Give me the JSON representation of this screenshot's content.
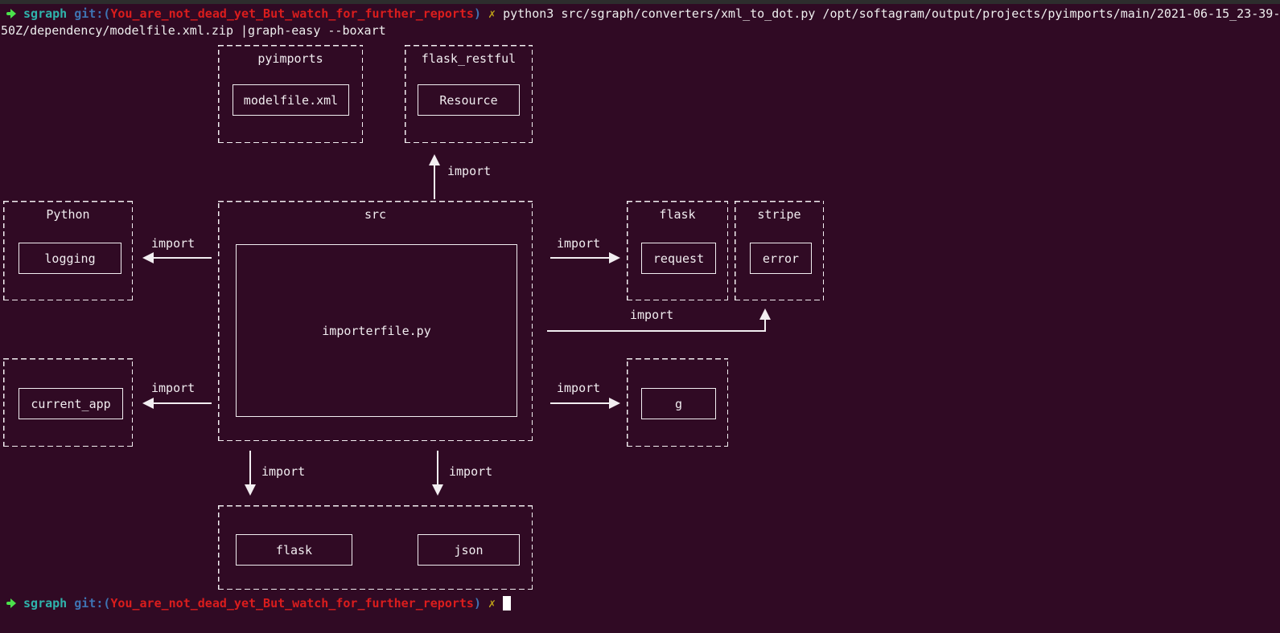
{
  "terminal": {
    "prompt": {
      "arrow": "➜",
      "cwd": "sgraph",
      "git_prefix": "git:(",
      "branch": "You_are_not_dead_yet_But_watch_for_further_reports",
      "git_suffix": ")",
      "status_flag": "✗"
    },
    "command_line_1": "python3 src/sgraph/converters/xml_to_dot.py /opt/softagram/output/projects/pyimports/main/2021-06-15_23-39-",
    "command_line_2": "50Z/dependency/modelfile.xml.zip |graph-easy --boxart"
  },
  "diagram": {
    "edge_label": "import",
    "groups": {
      "pyimports": {
        "title": "pyimports",
        "child": "modelfile.xml"
      },
      "flask_restful": {
        "title": "flask_restful",
        "child": "Resource"
      },
      "python": {
        "title": "Python",
        "child": "logging"
      },
      "src": {
        "title": "src",
        "child": "importerfile.py"
      },
      "flask": {
        "title": "flask",
        "child": "request"
      },
      "stripe": {
        "title": "stripe",
        "child": "error"
      },
      "current_app": {
        "child": "current_app"
      },
      "g": {
        "child": "g"
      },
      "flask_json": {
        "child_flask": "flask",
        "child_json": "json"
      }
    }
  },
  "colors": {
    "background": "#300a24",
    "top_bar": "#2d2d2d",
    "prompt_arrow_green": "#4be24b",
    "cwd_cyan": "#2fb3ab",
    "git_blue": "#3e73b2",
    "branch_red": "#da1d1d",
    "status_yellow": "#bfa118",
    "command_white": "#eeeeee",
    "diagram_white": "#f2eef1"
  }
}
